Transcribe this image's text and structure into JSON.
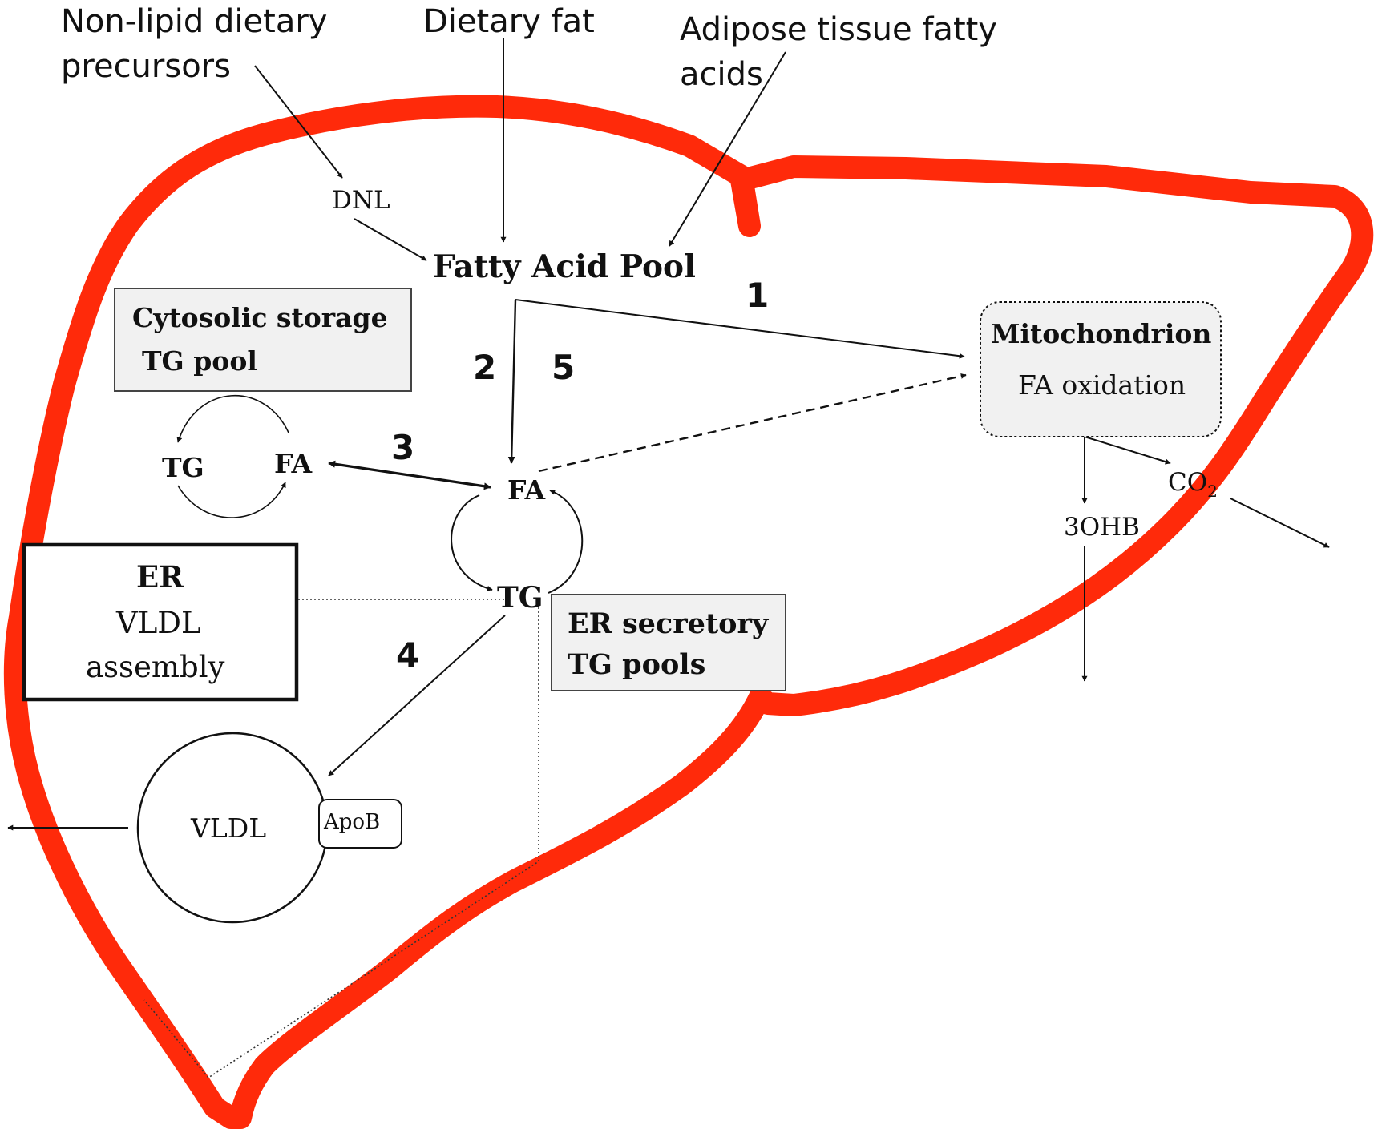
{
  "colors": {
    "liver_outline": "#ff2a0a",
    "line": "#111111",
    "box_fill": "#f1f1f1"
  },
  "inputs": {
    "non_lipid_line1": "Non-lipid dietary",
    "non_lipid_line2": "precursors",
    "dietary_fat": "Dietary fat",
    "adipose_line1": "Adipose tissue fatty",
    "adipose_line2": "acids"
  },
  "nodes": {
    "dnl": "DNL",
    "fatty_acid_pool": "Fatty Acid Pool",
    "cytosolic_line1": "Cytosolic storage",
    "cytosolic_line2": "TG pool",
    "cyto_tg": "TG",
    "cyto_fa": "FA",
    "central_fa": "FA",
    "central_tg": "TG",
    "mito_title": "Mitochondrion",
    "mito_sub": "FA oxidation",
    "co2": "CO",
    "co2_sub": "2",
    "ohb": "3OHB",
    "er_title": "ER",
    "er_line2": "VLDL",
    "er_line3": "assembly",
    "er_secretory_line1": "ER secretory",
    "er_secretory_line2": "TG pools",
    "vldl": "VLDL",
    "apob": "ApoB"
  },
  "pathway_numbers": {
    "p1": "1",
    "p2": "2",
    "p3": "3",
    "p4": "4",
    "p5": "5"
  }
}
